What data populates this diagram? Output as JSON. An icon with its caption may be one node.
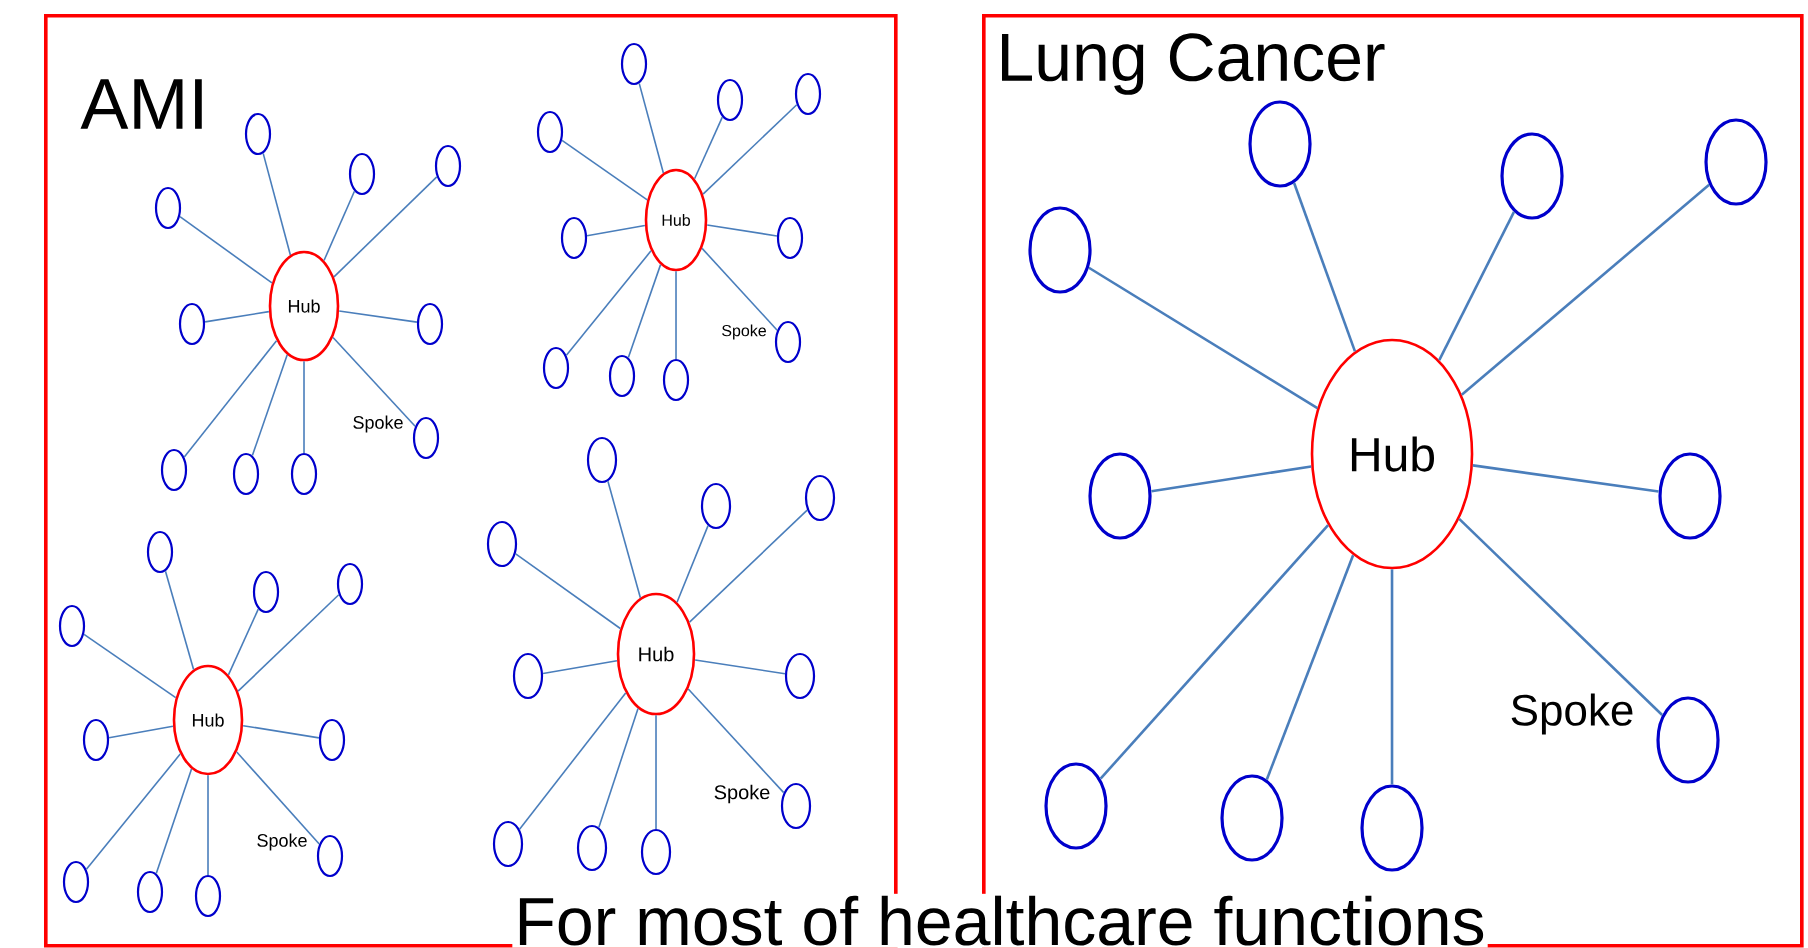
{
  "diagram": {
    "caption": "For most of healthcare functions",
    "nodes": [
      {
        "text": [
          "AMI"
        ]
      },
      {
        "text": [
          "Hub"
        ],
        "in": 0
      },
      {
        "text": [],
        "shape": "circle",
        "in": 0
      },
      {
        "text": [],
        "shape": "circle",
        "in": 0
      },
      {
        "text": [],
        "shape": "circle",
        "in": 0
      },
      {
        "text": [],
        "shape": "circle",
        "in": 0
      },
      {
        "text": [],
        "shape": "circle",
        "in": 0
      },
      {
        "text": [],
        "shape": "circle",
        "in": 0
      },
      {
        "text": [],
        "shape": "circle",
        "in": 0
      },
      {
        "text": [],
        "shape": "circle",
        "in": 0
      },
      {
        "text": [],
        "shape": "circle",
        "in": 0
      },
      {
        "text": [],
        "shape": "circle",
        "in": 0
      },
      {
        "text": [
          "Hub"
        ],
        "in": 0
      },
      {
        "text": [],
        "shape": "circle",
        "in": 0
      },
      {
        "text": [],
        "shape": "circle",
        "in": 0
      },
      {
        "text": [],
        "shape": "circle",
        "in": 0
      },
      {
        "text": [],
        "shape": "circle",
        "in": 0
      },
      {
        "text": [],
        "shape": "circle",
        "in": 0
      },
      {
        "text": [],
        "shape": "circle",
        "in": 0
      },
      {
        "text": [],
        "shape": "circle",
        "in": 0
      },
      {
        "text": [],
        "shape": "circle",
        "in": 0
      },
      {
        "text": [],
        "shape": "circle",
        "in": 0
      },
      {
        "text": [],
        "shape": "circle",
        "in": 0
      },
      {
        "text": [
          "Hub"
        ],
        "in": 0
      },
      {
        "text": [],
        "shape": "circle",
        "in": 0
      },
      {
        "text": [],
        "shape": "circle",
        "in": 0
      },
      {
        "text": [],
        "shape": "circle",
        "in": 0
      },
      {
        "text": [],
        "shape": "circle",
        "in": 0
      },
      {
        "text": [],
        "shape": "circle",
        "in": 0
      },
      {
        "text": [],
        "shape": "circle",
        "in": 0
      },
      {
        "text": [],
        "shape": "circle",
        "in": 0
      },
      {
        "text": [],
        "shape": "circle",
        "in": 0
      },
      {
        "text": [],
        "shape": "circle",
        "in": 0
      },
      {
        "text": [],
        "shape": "circle",
        "in": 0
      },
      {
        "text": [
          "Hub"
        ],
        "in": 0
      },
      {
        "text": [],
        "shape": "circle",
        "in": 0
      },
      {
        "text": [],
        "shape": "circle",
        "in": 0
      },
      {
        "text": [],
        "shape": "circle",
        "in": 0
      },
      {
        "text": [],
        "shape": "circle",
        "in": 0
      },
      {
        "text": [],
        "shape": "circle",
        "in": 0
      },
      {
        "text": [],
        "shape": "circle",
        "in": 0
      },
      {
        "text": [],
        "shape": "circle",
        "in": 0
      },
      {
        "text": [],
        "shape": "circle",
        "in": 0
      },
      {
        "text": [],
        "shape": "circle",
        "in": 0
      },
      {
        "text": [],
        "shape": "circle",
        "in": 0
      },
      {
        "text": [
          "Lung Cancer"
        ]
      },
      {
        "text": [
          "Hub"
        ],
        "in": 45
      },
      {
        "text": [],
        "shape": "circle",
        "in": 45
      },
      {
        "text": [],
        "shape": "circle",
        "in": 45
      },
      {
        "text": [],
        "shape": "circle",
        "in": 45
      },
      {
        "text": [],
        "shape": "circle",
        "in": 45
      },
      {
        "text": [],
        "shape": "circle",
        "in": 45
      },
      {
        "text": [],
        "shape": "circle",
        "in": 45
      },
      {
        "text": [],
        "shape": "circle",
        "in": 45
      },
      {
        "text": [],
        "shape": "circle",
        "in": 45
      },
      {
        "text": [],
        "shape": "circle",
        "in": 45
      },
      {
        "text": [],
        "shape": "circle",
        "in": 45
      }
    ],
    "edges": [
      {
        "from": 1,
        "to": 2,
        "arrow": "none"
      },
      {
        "from": 1,
        "to": 3,
        "arrow": "none"
      },
      {
        "from": 1,
        "to": 4,
        "arrow": "none"
      },
      {
        "from": 1,
        "to": 5,
        "arrow": "none"
      },
      {
        "from": 1,
        "to": 6,
        "arrow": "none"
      },
      {
        "from": 1,
        "to": 7,
        "arrow": "none"
      },
      {
        "from": 1,
        "to": 8,
        "arrow": "none"
      },
      {
        "from": 1,
        "to": 9,
        "arrow": "none"
      },
      {
        "from": 1,
        "to": 10,
        "arrow": "none"
      },
      {
        "from": 1,
        "to": 11,
        "arrow": "none"
      },
      {
        "from": 12,
        "to": 13,
        "arrow": "none"
      },
      {
        "from": 12,
        "to": 14,
        "arrow": "none"
      },
      {
        "from": 12,
        "to": 15,
        "arrow": "none"
      },
      {
        "from": 12,
        "to": 16,
        "arrow": "none"
      },
      {
        "from": 12,
        "to": 17,
        "arrow": "none"
      },
      {
        "from": 12,
        "to": 18,
        "arrow": "none"
      },
      {
        "from": 12,
        "to": 19,
        "arrow": "none"
      },
      {
        "from": 12,
        "to": 20,
        "arrow": "none"
      },
      {
        "from": 12,
        "to": 21,
        "arrow": "none"
      },
      {
        "from": 12,
        "to": 22,
        "arrow": "none"
      },
      {
        "from": 23,
        "to": 24,
        "arrow": "none"
      },
      {
        "from": 23,
        "to": 25,
        "arrow": "none"
      },
      {
        "from": 23,
        "to": 26,
        "arrow": "none"
      },
      {
        "from": 23,
        "to": 27,
        "arrow": "none"
      },
      {
        "from": 23,
        "to": 28,
        "arrow": "none"
      },
      {
        "from": 23,
        "to": 29,
        "arrow": "none"
      },
      {
        "from": 23,
        "to": 30,
        "arrow": "none"
      },
      {
        "from": 23,
        "to": 31,
        "arrow": "none"
      },
      {
        "from": 23,
        "to": 32,
        "arrow": "none"
      },
      {
        "from": 23,
        "to": 33,
        "arrow": "none"
      },
      {
        "from": 34,
        "to": 35,
        "arrow": "none"
      },
      {
        "from": 34,
        "to": 36,
        "arrow": "none"
      },
      {
        "from": 34,
        "to": 37,
        "arrow": "none"
      },
      {
        "from": 34,
        "to": 38,
        "arrow": "none"
      },
      {
        "from": 34,
        "to": 39,
        "arrow": "none"
      },
      {
        "from": 34,
        "to": 40,
        "arrow": "none"
      },
      {
        "from": 34,
        "to": 41,
        "arrow": "none"
      },
      {
        "from": 34,
        "to": 42,
        "arrow": "none"
      },
      {
        "from": 34,
        "to": 43,
        "arrow": "none"
      },
      {
        "from": 34,
        "to": 44,
        "arrow": "none"
      },
      {
        "from": 46,
        "to": 47,
        "arrow": "none"
      },
      {
        "from": 46,
        "to": 48,
        "arrow": "none"
      },
      {
        "from": 46,
        "to": 49,
        "arrow": "none"
      },
      {
        "from": 46,
        "to": 50,
        "arrow": "none"
      },
      {
        "from": 46,
        "to": 51,
        "arrow": "none"
      },
      {
        "from": 46,
        "to": 52,
        "arrow": "none"
      },
      {
        "from": 46,
        "to": 53,
        "arrow": "none"
      },
      {
        "from": 46,
        "to": 54,
        "arrow": "none"
      },
      {
        "from": 46,
        "to": 55,
        "arrow": "none"
      },
      {
        "from": 46,
        "to": 56,
        "arrow": "none"
      }
    ],
    "labels": [
      "Spoke",
      "Spoke",
      "Spoke",
      "Spoke",
      "Spoke"
    ]
  }
}
